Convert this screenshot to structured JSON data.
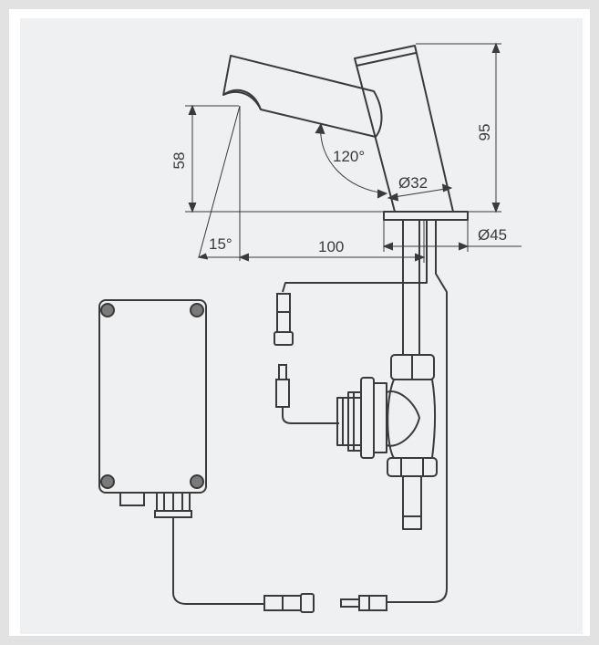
{
  "colors": {
    "frame": "#e2e2e2",
    "panel": "#ffffff",
    "canvas": "#eff0f2",
    "stroke": "#3a3a3a",
    "dimension": "#3a3a3a"
  },
  "dimensions": {
    "spout_height": "58",
    "total_height": "95",
    "spout_angle": "120°",
    "body_diameter": "Ø32",
    "base_diameter": "Ø45",
    "reach": "100",
    "sensor_angle": "15°"
  }
}
